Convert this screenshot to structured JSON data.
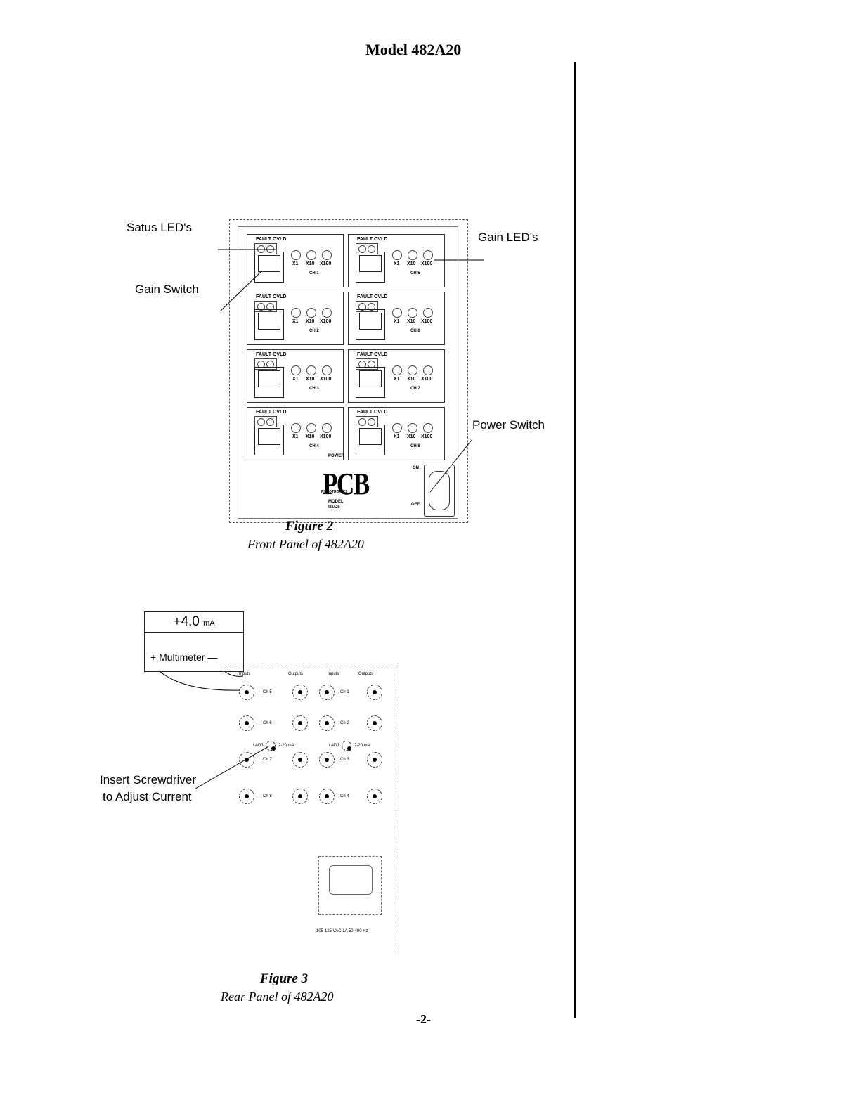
{
  "page": {
    "title": "Model 482A20",
    "page_number": "-2-"
  },
  "figure2": {
    "label": "Figure 2",
    "caption": "Front Panel of 482A20",
    "callouts": {
      "status_leds": "Satus LED's",
      "gain_switch": "Gain Switch",
      "gain_leds": "Gain LED's",
      "power_switch": "Power Switch"
    },
    "panel": {
      "channel_header": "FAULT OVLD",
      "gain_labels": [
        "X1",
        "X10",
        "X100"
      ],
      "channels": [
        "CH 1",
        "CH 5",
        "CH 2",
        "CH 6",
        "CH 3",
        "CH 7",
        "CH 4",
        "CH 8"
      ],
      "power_label": "POWER",
      "logo": "PCB",
      "brand": "PIEZOTRONICS",
      "model_label": "MODEL",
      "model_number": "482A20",
      "on_label": "ON",
      "off_label": "OFF"
    }
  },
  "figure3": {
    "label": "Figure 3",
    "caption": "Rear Panel of 482A20",
    "multimeter": {
      "reading": "+4.0",
      "unit": "mA",
      "label": "Multimeter"
    },
    "callout": {
      "line1": "Insert Screwdriver",
      "line2": "to Adjust Current"
    },
    "panel": {
      "inputs_label": "Inputs",
      "outputs_label": "Outputs",
      "channels_left": [
        "Ch 5",
        "Ch 6",
        "Ch 7",
        "Ch 8"
      ],
      "channels_right": [
        "Ch 1",
        "Ch 2",
        "Ch 3",
        "Ch 4"
      ],
      "iadj_label": "I ADJ",
      "range_label": "2-20 mA",
      "power_rating": "105-125 VAC 1A 50-400 Hz"
    }
  }
}
